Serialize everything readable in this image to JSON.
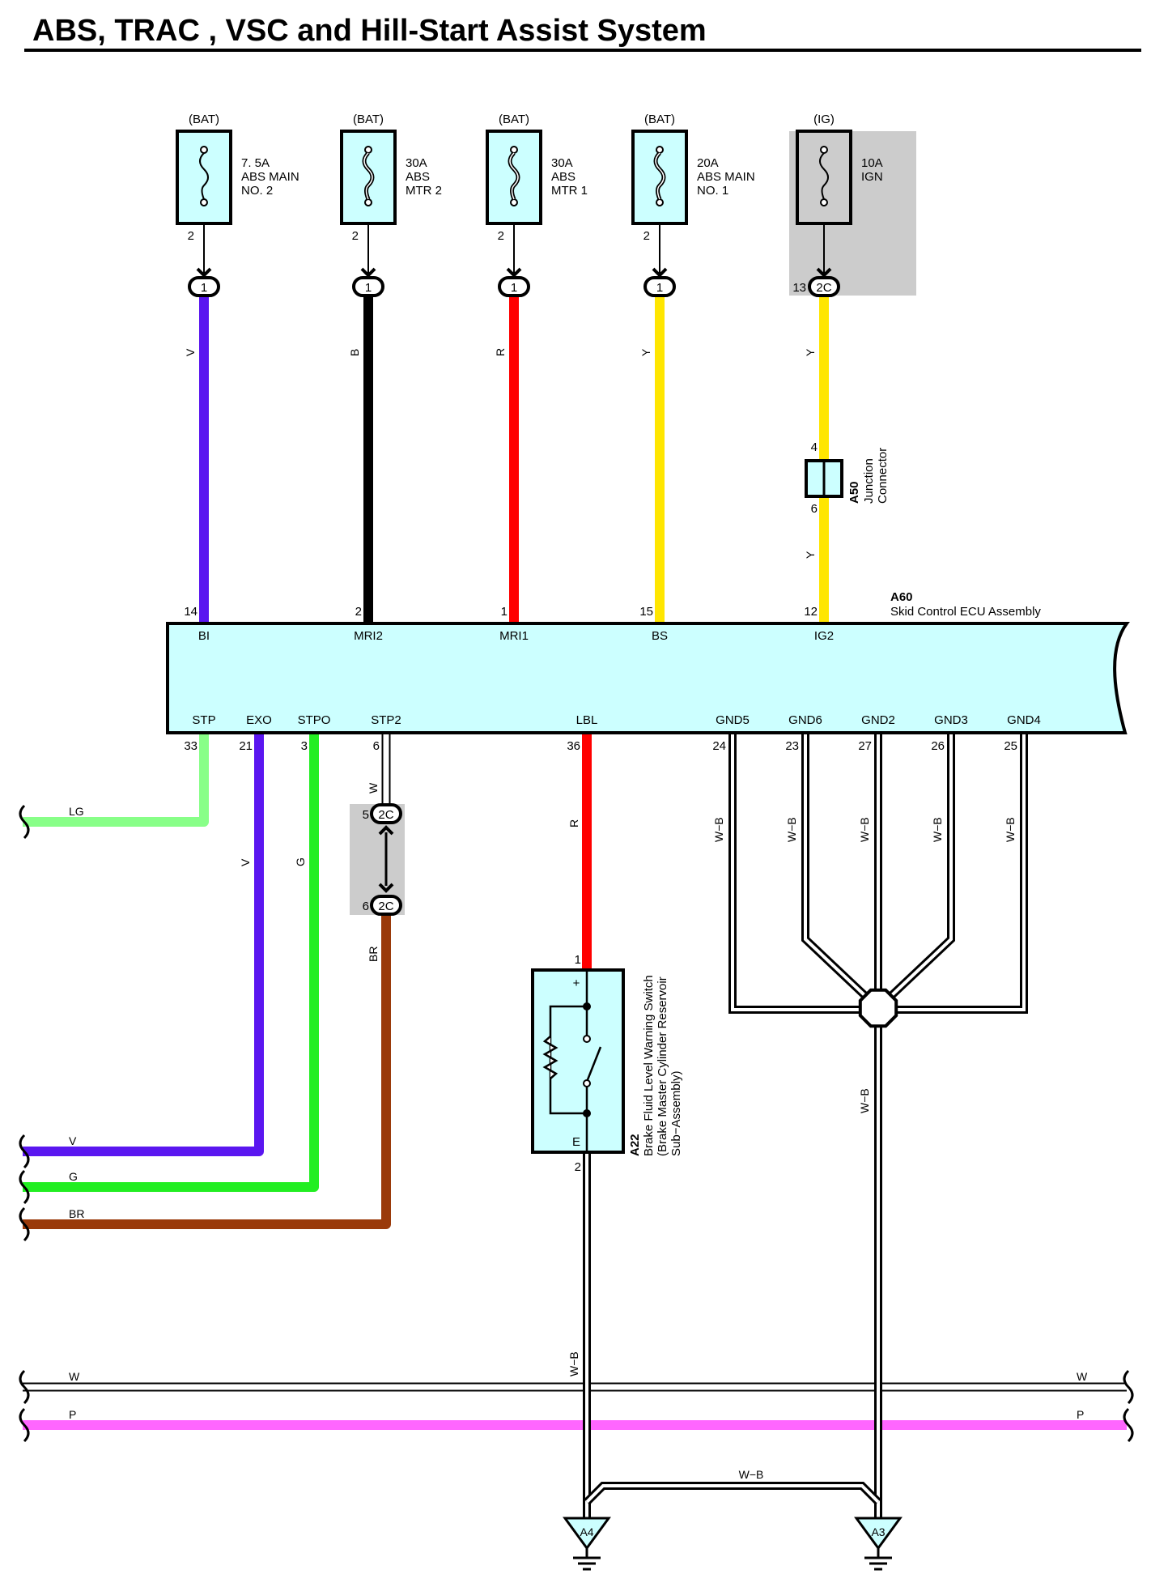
{
  "title": "ABS, TRAC , VSC and Hill-Start Assist System",
  "colors": {
    "Y": "#ffe600",
    "V": "#5a16f0",
    "B": "#000000",
    "R": "#ff0000",
    "G": "#22ee22",
    "LG": "#88ff88",
    "BR": "#9a3a0a",
    "P": "#ff66ff",
    "W": "#ffffff",
    "component_fill": "#ccffff",
    "connector_shade": "#cccccc"
  },
  "fuses": [
    {
      "id": "fuse-abs-main-2",
      "source": "(BAT)",
      "label_lines": [
        "7. 5A",
        "ABS MAIN",
        "NO. 2"
      ],
      "pin": "2",
      "connector": "1",
      "wire_color": "V",
      "wire_label": "V",
      "ecu_pin": "14",
      "ecu_terminal": "BI",
      "icon": "fuse-icon"
    },
    {
      "id": "fuse-abs-mtr-2",
      "source": "(BAT)",
      "label_lines": [
        "30A",
        "ABS",
        "MTR 2"
      ],
      "pin": "2",
      "connector": "1",
      "wire_color": "B",
      "wire_label": "B",
      "ecu_pin": "2",
      "ecu_terminal": "MRI2",
      "icon": "fusible-link-icon"
    },
    {
      "id": "fuse-abs-mtr-1",
      "source": "(BAT)",
      "label_lines": [
        "30A",
        "ABS",
        "MTR 1"
      ],
      "pin": "2",
      "connector": "1",
      "wire_color": "R",
      "wire_label": "R",
      "ecu_pin": "1",
      "ecu_terminal": "MRI1",
      "icon": "fusible-link-icon"
    },
    {
      "id": "fuse-abs-main-1",
      "source": "(BAT)",
      "label_lines": [
        "20A",
        "ABS MAIN",
        "NO. 1"
      ],
      "pin": "2",
      "connector": "1",
      "wire_color": "Y",
      "wire_label": "Y",
      "ecu_pin": "15",
      "ecu_terminal": "BS",
      "icon": "fusible-link-icon"
    },
    {
      "id": "fuse-ign",
      "source": "(IG)",
      "label_lines": [
        "10A",
        "IGN"
      ],
      "pin": "",
      "connector": "2C",
      "connector_pin": "13",
      "wire_color": "Y",
      "wire_label": "Y",
      "ecu_pin": "12",
      "ecu_terminal": "IG2",
      "icon": "fuse-icon"
    }
  ],
  "junction": {
    "id": "A50",
    "name_lines": [
      "Junction",
      "Connector"
    ],
    "pin_in": "4",
    "pin_out": "6",
    "wire_label_below": "Y"
  },
  "ecu": {
    "id": "A60",
    "name": "Skid Control ECU Assembly"
  },
  "bottom_terminals": [
    {
      "name": "STP",
      "pin": "33",
      "wire_color": "LG",
      "wire_label": "LG"
    },
    {
      "name": "EXO",
      "pin": "21",
      "wire_color": "V",
      "wire_label": "V"
    },
    {
      "name": "STPO",
      "pin": "3",
      "wire_color": "G",
      "wire_label": "G"
    },
    {
      "name": "STP2",
      "pin": "6",
      "wire_color": "W",
      "wire_label": "W"
    },
    {
      "name": "LBL",
      "pin": "36",
      "wire_color": "R",
      "wire_label": "R"
    },
    {
      "name": "GND5",
      "pin": "24",
      "wire_label": "W−B"
    },
    {
      "name": "GND6",
      "pin": "23",
      "wire_label": "W−B"
    },
    {
      "name": "GND2",
      "pin": "27",
      "wire_label": "W−B"
    },
    {
      "name": "GND3",
      "pin": "26",
      "wire_label": "W−B"
    },
    {
      "name": "GND4",
      "pin": "25",
      "wire_label": "W−B"
    }
  ],
  "stp2_connector": {
    "code": "2C",
    "pin_top": "5",
    "pin_bottom": "6",
    "wire_label_out": "BR"
  },
  "left_wires": [
    {
      "label": "LG",
      "color": "LG"
    },
    {
      "label": "V",
      "color": "V"
    },
    {
      "label": "G",
      "color": "G"
    },
    {
      "label": "BR",
      "color": "BR"
    }
  ],
  "switch": {
    "id": "A22",
    "name_lines": [
      "Brake Fluid Level Warning Switch",
      "(Brake Master Cylinder Reservoir",
      "Sub−Assembly)"
    ],
    "pin_top": "1",
    "pin_bottom": "2",
    "plus": "+",
    "ground_terminal": "E",
    "wire_label_out": "W−B"
  },
  "ground_bundle_label": "W−B",
  "bus_wires": [
    {
      "label": "W",
      "color": "W"
    },
    {
      "label": "P",
      "color": "P"
    }
  ],
  "ground_link_label": "W−B",
  "grounds": [
    {
      "id": "A4",
      "icon": "ground-icon"
    },
    {
      "id": "A3",
      "icon": "ground-icon"
    }
  ]
}
